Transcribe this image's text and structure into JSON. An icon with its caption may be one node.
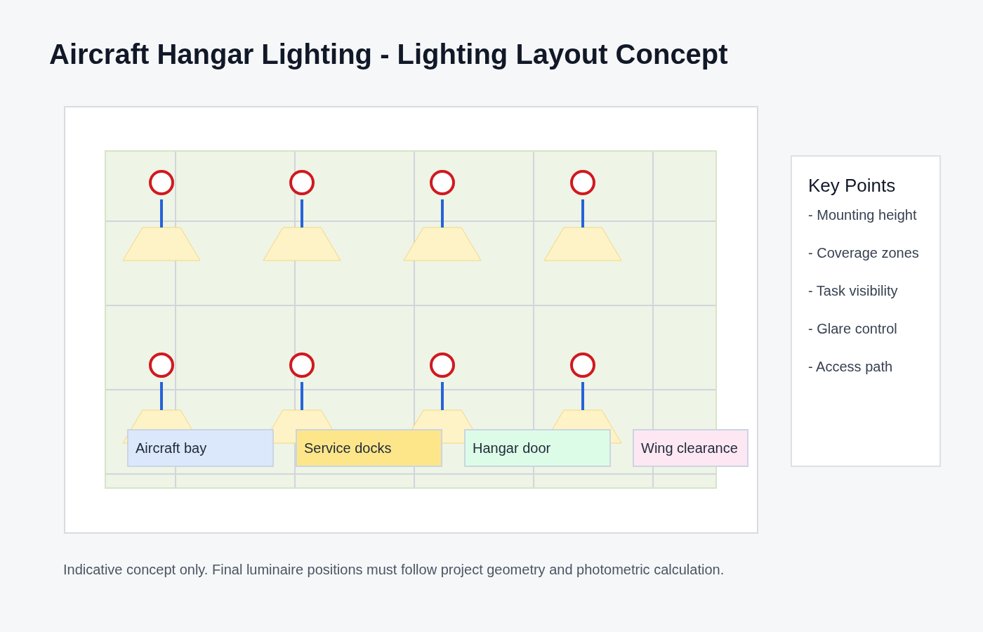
{
  "diagram": {
    "title": "Aircraft Hangar Lighting - Lighting Layout Concept",
    "nodes": [
      {
        "text": [
          "Key Points",
          "- Mounting height",
          "- Coverage zones",
          "- Task visibility",
          "- Glare control",
          "- Access path"
        ]
      }
    ],
    "legend": [
      {
        "text": "Aircraft bay",
        "color": "#dbe8fb"
      },
      {
        "text": "Service docks",
        "color": "#fde68a"
      },
      {
        "text": "Hangar door",
        "color": "#dcfce7"
      },
      {
        "text": "Wing clearance",
        "color": "#fce7f3"
      }
    ],
    "caption": "Indicative concept only. Final luminaire positions must follow project geometry and photometric calculation."
  }
}
